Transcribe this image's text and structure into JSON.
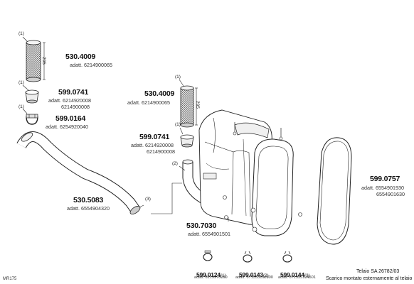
{
  "diagram_code": "MR175",
  "parts": {
    "p530_4009_a": {
      "code": "530.4009",
      "adatt": "adatt. 6214900065",
      "dim": "295",
      "mark": "(1)"
    },
    "p599_0741_a": {
      "code": "599.0741",
      "adatt1": "adatt. 6214920008",
      "adatt2": "6214900008",
      "mark": "(1)"
    },
    "p599_0164": {
      "code": "599.0164",
      "adatt": "adatt. 6254920040",
      "mark": "(1)"
    },
    "p530_5083": {
      "code": "530.5083",
      "adatt": "adatt. 6554904320",
      "mark": "(3)"
    },
    "p530_4009_b": {
      "code": "530.4009",
      "adatt": "adatt. 6214900065",
      "dim": "295",
      "mark": "(1)"
    },
    "p599_0741_b": {
      "code": "599.0741",
      "adatt1": "adatt. 6214920008",
      "adatt2": "6214900008",
      "mark": "(1)"
    },
    "pipe2_mark": "(2)",
    "p530_7030": {
      "code": "530.7030",
      "adatt": "adatt. 6554901501"
    },
    "p599_0757": {
      "code": "599.0757",
      "adatt1": "adatt. 6554901930",
      "adatt2": "6554901630"
    }
  },
  "clamps": [
    {
      "code": "599.0124",
      "mark": "(1)",
      "adatt": "adatt. 6219970090"
    },
    {
      "code": "599.0143",
      "mark": "(2)",
      "adatt": "adatt. 071555100500"
    },
    {
      "code": "599.0144",
      "mark": "(3)",
      "adatt": "adatt. 071555104501"
    }
  ],
  "footer": {
    "line1": "Telaio SA 26782/03",
    "line2": "Scarico montato esternamente al telaio"
  }
}
